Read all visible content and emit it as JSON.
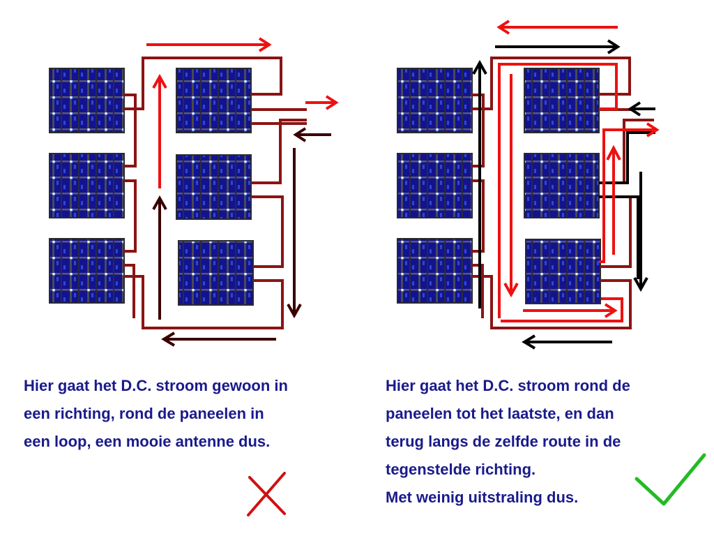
{
  "panels": {
    "left": {
      "caption_lines": [
        "Hier gaat het D.C. stroom gewoon in",
        "een richting, rond de paneelen in",
        "een loop, een mooie antenne dus."
      ],
      "verdict": "wrong",
      "verdict_icon": "red-cross-icon"
    },
    "right": {
      "caption_lines": [
        "Hier gaat het D.C. stroom rond de",
        "paneelen tot het laatste, en dan",
        "terug langs de zelfde route in de",
        "tegenstelde richting.",
        "Met weinig uitstraling dus."
      ],
      "verdict": "correct",
      "verdict_icon": "green-checkmark-icon"
    }
  },
  "colors": {
    "wire": "#8b1414",
    "arrow_red": "#ee1111",
    "arrow_dark": "#3a0000",
    "arrow_black": "#000000",
    "text": "#1a1a8c",
    "cross": "#d01010",
    "check": "#22bb22",
    "panel_cell": "#13138f",
    "panel_frame": "#3c3c44"
  }
}
